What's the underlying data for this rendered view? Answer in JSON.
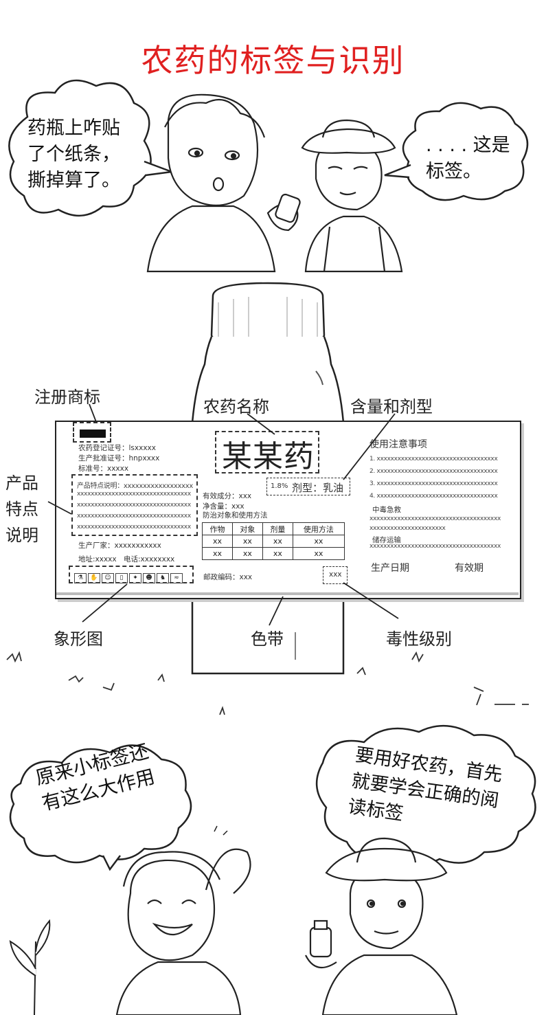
{
  "title": "农药的标签与识别",
  "top_panel": {
    "bubble_left": [
      "药瓶上咋贴",
      "了个纸条，",
      "撕掉算了。"
    ],
    "bubble_right": [
      ". . . . 这是",
      "标签。"
    ]
  },
  "callouts": {
    "trademark": "注册商标",
    "name": "农药名称",
    "content": "含量和剂型",
    "features": [
      "产品",
      "特点",
      "说明"
    ],
    "pictogram": "象形图",
    "color_band": "色带",
    "toxicity": "毒性级别"
  },
  "label": {
    "reg_no": "农药登记证号：lsxxxxx",
    "approval_no": "生产批准证号：hnpxxxx",
    "standard_no": "标准号：xxxxx",
    "features_title": "产品特点说明：xxxxxxxxxxxxxxxxxx",
    "features_lines": [
      "xxxxxxxxxxxxxxxxxxxxxxxxxxxxxxxxx",
      "xxxxxxxxxxxxxxxxxxxxxxxxxxxxxxxxx",
      "xxxxxxxxxxxxxxxxxxxxxxxxxxxxxxxxx",
      "xxxxxxxxxxxxxxxxxxxxxxxxxxxxxxxxx"
    ],
    "manufacturer": "生产厂家：xxxxxxxxxxx",
    "address": "地址:xxxxx",
    "phone": "电话:xxxxxxxx",
    "product_name": "某某药",
    "content_pct": "1.8%",
    "formulation": "剂型：乳油",
    "active_ingredient": "有效成分：xxx",
    "net_content": "净含量：xxx",
    "usage_title": "防治对象和使用方法",
    "usage_table": {
      "headers": [
        "作物",
        "对象",
        "剂量",
        "使用方法"
      ],
      "rows": [
        [
          "xx",
          "xx",
          "xx",
          "xx"
        ],
        [
          "xx",
          "xx",
          "xx",
          "xx"
        ]
      ]
    },
    "postcode": "邮政编码：xxx",
    "toxicity_value": "xxx",
    "notes_title": "使用注意事项",
    "notes": [
      "1. xxxxxxxxxxxxxxxxxxxxxxxxxxxxxxxxxxx",
      "2. xxxxxxxxxxxxxxxxxxxxxxxxxxxxxxxxxxx",
      "3. xxxxxxxxxxxxxxxxxxxxxxxxxxxxxxxxxxx",
      "4. xxxxxxxxxxxxxxxxxxxxxxxxxxxxxxxxxxx"
    ],
    "first_aid_title": "中毒急救",
    "first_aid_lines": [
      "xxxxxxxxxxxxxxxxxxxxxxxxxxxxxxxxxxxxxx",
      "xxxxxxxxxxxxxxxxxxxxxx"
    ],
    "storage_title": "储存运输",
    "storage_line": "xxxxxxxxxxxxxxxxxxxxxxxxxxxxxxxxxxxxxx",
    "production_date": "生产日期",
    "expiry": "有效期"
  },
  "bottom_panel": {
    "bubble_left": [
      "原来小标签还",
      "有这么大作用"
    ],
    "bubble_right": [
      "要用好农药，首先",
      "就要学会正确的阅",
      "读标签"
    ]
  }
}
